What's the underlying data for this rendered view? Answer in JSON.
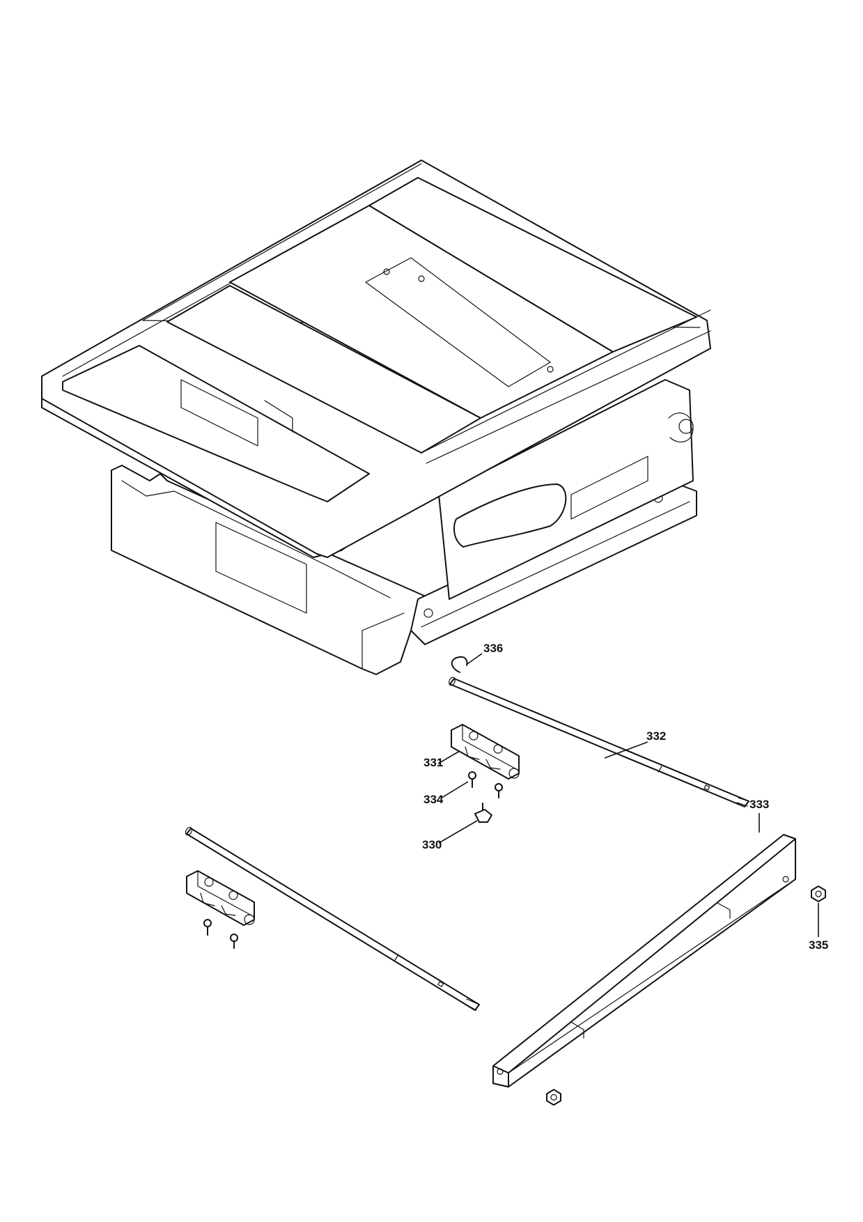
{
  "callouts": {
    "c330": "330",
    "c331": "331",
    "c332": "332",
    "c333": "333",
    "c334": "334",
    "c335": "335",
    "c336": "336"
  }
}
